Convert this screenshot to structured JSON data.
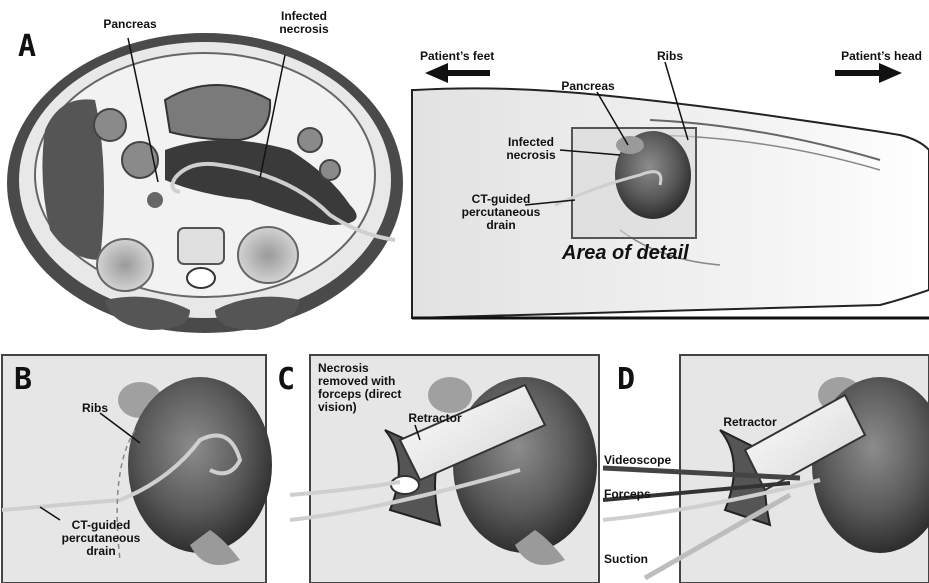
{
  "panel_a": {
    "letter": "A",
    "label_pancreas": "Pancreas",
    "label_infected_necrosis": "Infected necrosis",
    "label_patients_feet": "Patient’s feet",
    "label_patients_head": "Patient’s head",
    "label_side_pancreas": "Pancreas",
    "label_ribs": "Ribs",
    "label_side_infected_necrosis": "Infected necrosis",
    "label_drain": "CT-guided percutaneous drain",
    "label_area_of_detail": "Area of detail"
  },
  "panel_b": {
    "letter": "B",
    "label_ribs": "Ribs",
    "label_drain": "CT-guided percutaneous drain"
  },
  "panel_c": {
    "letter": "C",
    "label_necrosis_removed": "Necrosis removed with forceps (direct vision)",
    "label_retractor": "Retractor"
  },
  "panel_d": {
    "letter": "D",
    "label_retractor": "Retractor",
    "label_videoscope": "Videoscope",
    "label_forceps": "Forceps",
    "label_suction": "Suction"
  },
  "colors": {
    "tissue_dark": "#3a3a3a",
    "tissue_mid": "#8a8a8a",
    "tissue_light": "#d0d0d0",
    "background": "#ffffff",
    "box_fill": "#e6e6e6"
  }
}
